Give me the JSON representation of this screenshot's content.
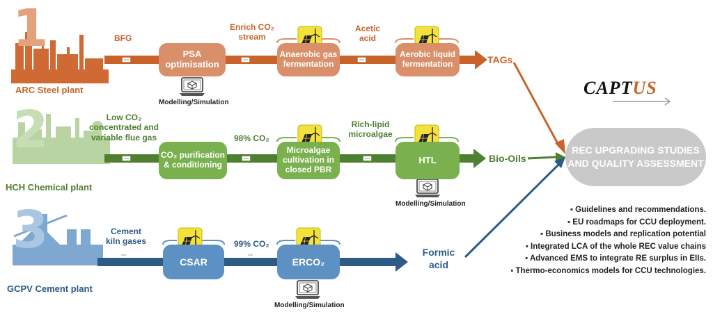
{
  "colors": {
    "steel": "#c8642a",
    "steel_box": "#d9906a",
    "chemical": "#4f7f30",
    "chemical_box": "#7ab04e",
    "cement": "#2e5a86",
    "cement_box": "#5d90c3",
    "plant_silhouette_steel": "#cf6a35",
    "plant_silhouette_chem": "#b7d4a2",
    "plant_silhouette_cement": "#7ea8cf",
    "solar_badge": "#f3e23c",
    "rec_box": "#c9c9c9"
  },
  "plants": [
    {
      "number": "1",
      "name": "ARC Steel plant"
    },
    {
      "number": "2",
      "name": "HCH Chemical plant"
    },
    {
      "number": "3",
      "name": "GCPV Cement plant"
    }
  ],
  "row1": {
    "streams": [
      "BFG",
      "Enrich CO₂ stream",
      "Acetic acid"
    ],
    "boxes": [
      "PSA optimisation",
      "Anaerobic gas fermentation",
      "Aerobic liquid fermentation"
    ],
    "product": "TAGs"
  },
  "row2": {
    "streams": [
      "Low CO₂ concentrated and variable flue gas",
      "98% CO₂",
      "Rich-lipid microalgae"
    ],
    "boxes": [
      "CO₂ purification & conditioning",
      "Microalgae cultivation in closed PBR",
      "HTL"
    ],
    "product": "Bio-Oils"
  },
  "row3": {
    "streams": [
      "Cement kiln gases",
      "99% CO₂"
    ],
    "boxes": [
      "CSAR",
      "ERCO₂"
    ],
    "product": "Formic acid"
  },
  "modelling_label": "Modelling/Simulation",
  "logo": {
    "part1": "CAPT",
    "part2": "US"
  },
  "rec_box": "REC UPGRADING STUDIES AND QUALITY ASSESSMENT",
  "outputs": [
    "Guidelines and recommendations.",
    "EU roadmaps for CCU deployment.",
    "Business models and replication potential",
    "Integrated LCA of the whole REC value chains",
    "Advanced EMS to integrate RE surplus in EIIs.",
    "Thermo-economics models for CCU technologies."
  ],
  "icons": [
    "factory-silhouette",
    "solar-wind-icon",
    "laptop-cube-icon",
    "stream-tag-icon",
    "arrow"
  ]
}
